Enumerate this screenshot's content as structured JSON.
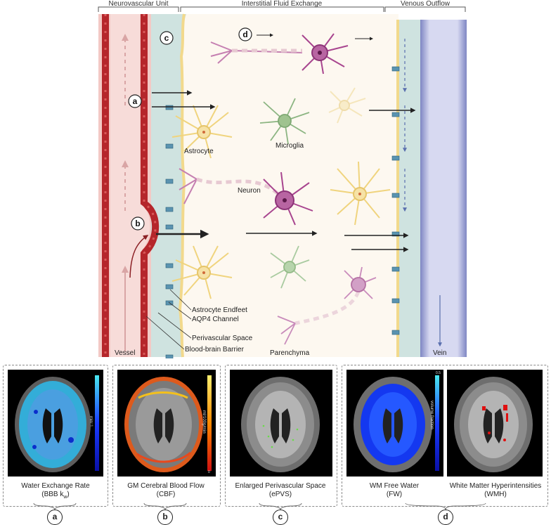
{
  "headers": {
    "neurovascular": "Neurovascular Unit",
    "interstitial": "Interstitial Fluid Exchange",
    "venous": "Venous Outflow"
  },
  "markers": {
    "a": "a",
    "b": "b",
    "c": "c",
    "d": "d"
  },
  "cells": {
    "astrocyte": "Astrocyte",
    "microglia": "Microglia",
    "neuron": "Neuron"
  },
  "legend": {
    "endfeet": "Astrocyte Endfeet",
    "aqp4": "AQP4 Channel",
    "perivascular": "Perivascular Space",
    "bbb": "Blood-brain Barrier"
  },
  "regions": {
    "vessel": "Vessel",
    "parenchyma": "Parenchyma",
    "vein": "Vein"
  },
  "colors": {
    "vessel_wall": "#b5262b",
    "vessel_lumen": "#f6d2cf",
    "perivascular": "#cfe3e0",
    "parenchyma": "#fdf8f0",
    "astrocyte": "#f2d98c",
    "microglia": "#7ea873",
    "neuron": "#a8458f",
    "aqp4": "#5a93b0",
    "vein": "#c9cbe9"
  },
  "panels": [
    {
      "caption_line1": "Water Exchange Rate",
      "caption_line2_prefix": "(BBB k",
      "caption_line2_sub": "w",
      "caption_line2_suffix": ")",
      "colorbar_label": "min⁻¹",
      "badge": "a"
    },
    {
      "caption_line1": "GM Cerebral Blood Flow",
      "caption_line2": "(CBF)",
      "colorbar_label": "ml/100g/min",
      "colorbar_min": "0",
      "badge": "b"
    },
    {
      "caption_line1": "Enlarged Perivascular Space",
      "caption_line2": "(ePVS)",
      "badge": "c"
    },
    {
      "caption_line1": "WM Free Water",
      "caption_line2": "(FW)",
      "colorbar_label": "volume fraction",
      "colorbar_max": "0.5",
      "badge": "d"
    },
    {
      "caption_line1": "White Matter Hyperintensities",
      "caption_line2": "(WMH)"
    }
  ]
}
